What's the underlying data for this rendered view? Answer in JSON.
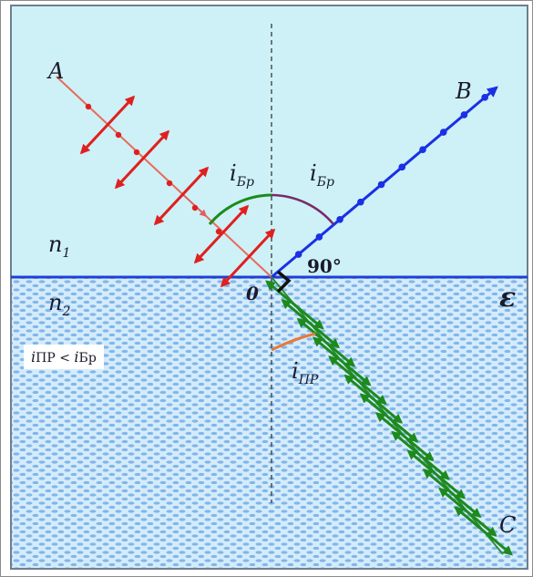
{
  "labels": {
    "A": "A",
    "B": "B",
    "C": "C",
    "O": "0",
    "n1": "n",
    "n1_sub": "1",
    "n2": "n",
    "n2_sub": "2",
    "angle_right": "90°",
    "epsilon": "ε",
    "i_letter": "i",
    "i_br_sub": "Бр",
    "i_pr_sub": "ПР"
  },
  "relation": {
    "left_i": "i",
    "left_sub": "ПР",
    "op": " < ",
    "right_i": "i",
    "right_sub": "Бр"
  },
  "colors": {
    "medium1": "#cdf1f7",
    "medium2": "#8ec4ee",
    "interface": "#1f3fd6",
    "incident": "#e0201e",
    "reflected": "#1b2fe6",
    "refracted": "#1d8a1d",
    "arc_incident": "#1d8a1d",
    "arc_reflected": "#7a2a6a",
    "arc_refracted": "#e8783a"
  },
  "icons": [
    "right-angle-mark",
    "dashed-normal-line"
  ]
}
